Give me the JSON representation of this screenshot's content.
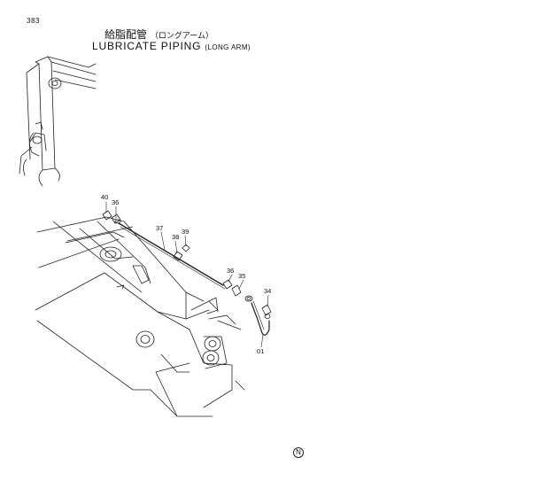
{
  "header": {
    "page_number": "383",
    "title_jp": "給脂配管",
    "title_jp_sub": "（ロングアーム）",
    "title_en": "LUBRICATE  PIPING",
    "title_en_sub": "(LONG  ARM)"
  },
  "callouts": [
    "40",
    "36",
    "37",
    "38",
    "39",
    "36",
    "35",
    "34",
    "01"
  ],
  "footer_mark": "N"
}
